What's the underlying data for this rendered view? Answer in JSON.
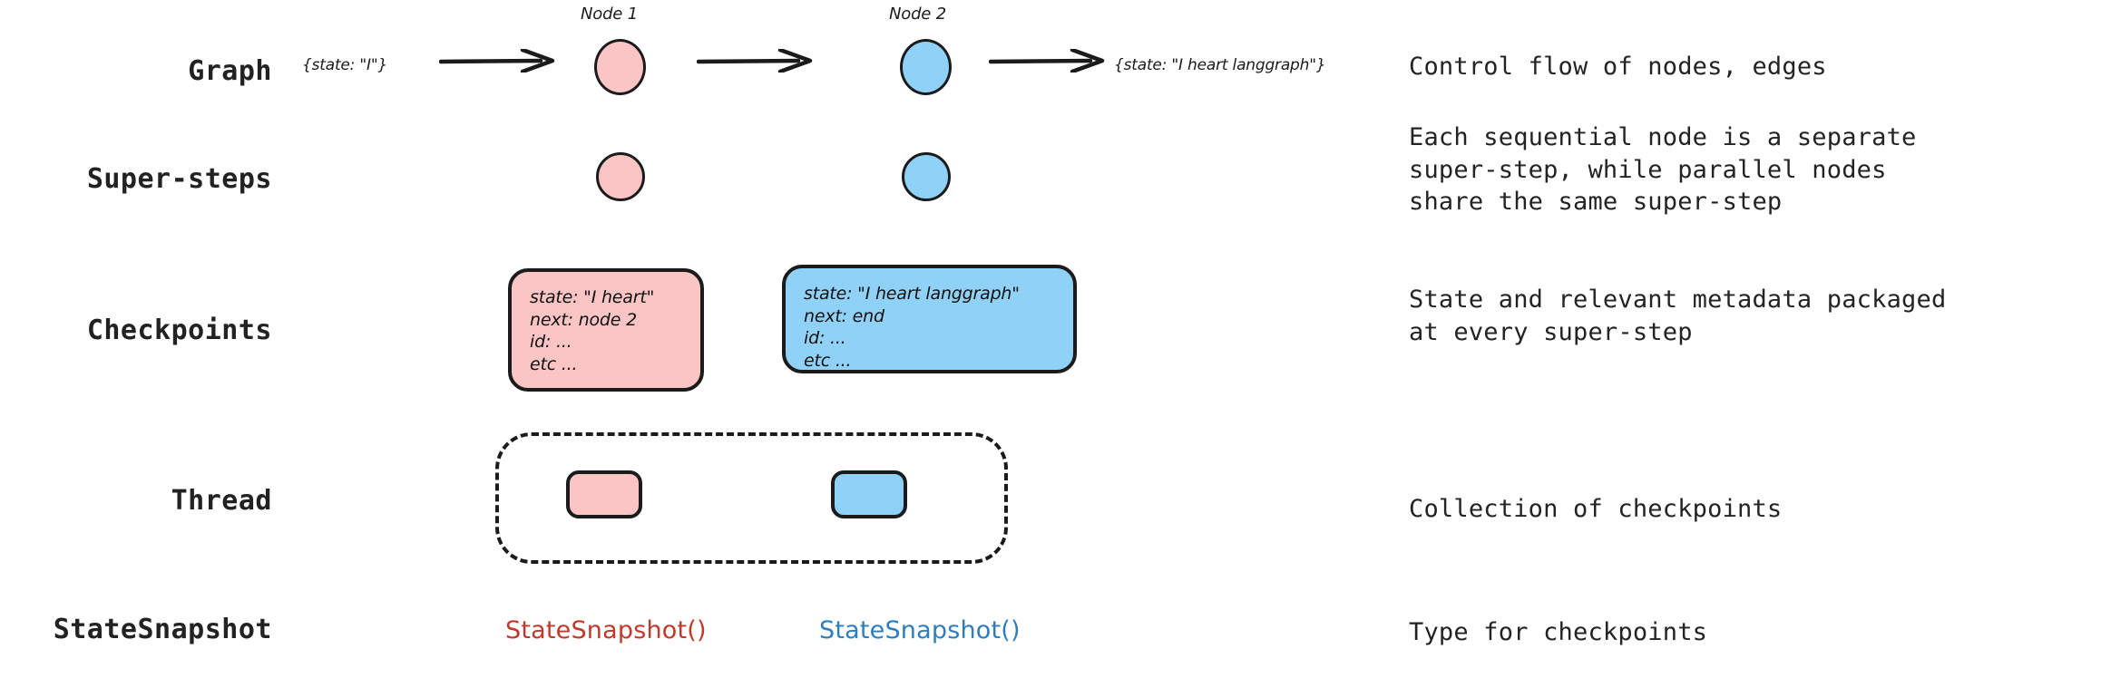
{
  "rows": [
    {
      "label": "Graph",
      "description": "Control flow of nodes, edges"
    },
    {
      "label": "Super-steps",
      "description": "Each sequential node is a separate\nsuper-step, while parallel nodes\nshare the same super-step"
    },
    {
      "label": "Checkpoints",
      "description": "State and relevant metadata packaged\nat every super-step"
    },
    {
      "label": "Thread",
      "description": "Collection of checkpoints"
    },
    {
      "label": "StateSnapshot",
      "description": "Type for checkpoints"
    }
  ],
  "graph": {
    "start_state": "{state: \"I\"}",
    "end_state": "{state: \"I heart langgraph\"}",
    "node1_caption": "Node 1",
    "node2_caption": "Node 2"
  },
  "checkpoints": [
    {
      "color": "pink",
      "lines": [
        "state: \"I heart\"",
        "next: node 2",
        "id: ...",
        "etc ..."
      ]
    },
    {
      "color": "blue",
      "lines": [
        "state: \"I heart langgraph\"",
        "next: end",
        "id: ...",
        "etc ..."
      ]
    }
  ],
  "snapshots": [
    {
      "text": "StateSnapshot()",
      "color": "#C0392B"
    },
    {
      "text": "StateSnapshot()",
      "color": "#2E7EBF"
    }
  ],
  "colors": {
    "pink_fill": "#FBC5C5",
    "blue_fill": "#90D1F8",
    "stroke": "#1b1b1b",
    "text": "#232323",
    "snapshot_red": "#C0392B",
    "snapshot_blue": "#2E7EBF"
  }
}
